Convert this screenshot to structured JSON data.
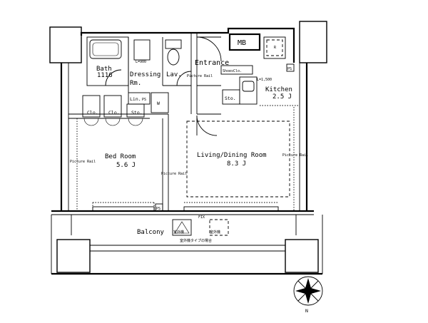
{
  "rooms": {
    "bath": "Bath",
    "bath_size": "1116",
    "dressing": "Dressing",
    "dressing_rm": "Rm.",
    "lav": "Lav.",
    "entrance": "Entrance",
    "mb": "MB",
    "kitchen": "Kitchen",
    "kitchen_size": "2.5 J",
    "bedroom": "Bed Room",
    "bedroom_size": "5.6 J",
    "living": "Living/Dining Room",
    "living_size": "8.3 J",
    "balcony": "Balcony"
  },
  "labels": {
    "picture_rail_left": "Picture Rail",
    "picture_rail_mid": "Picture Rail",
    "picture_rail_right": "Picture Rail",
    "picture_rail_entrance": "Picture Rail",
    "shoes_clo": "ShoesClo.",
    "clo_1": "Clo.",
    "clo_2": "Clo.",
    "sto_closet": "Sto.",
    "sto_kitchen": "Sto.",
    "lin": "Lin.",
    "lin_tag": "PS",
    "wm": "W",
    "l900": "L=900",
    "l1500": "L=1,500",
    "ps_kitchen": "PS",
    "ps_balcony": "PS",
    "fix": "FIX",
    "r": "R",
    "outdoor_unit_1": "室外機",
    "outdoor_unit_2": "室外機",
    "outdoor_note": "室外機タイプの場合",
    "north": "N"
  }
}
